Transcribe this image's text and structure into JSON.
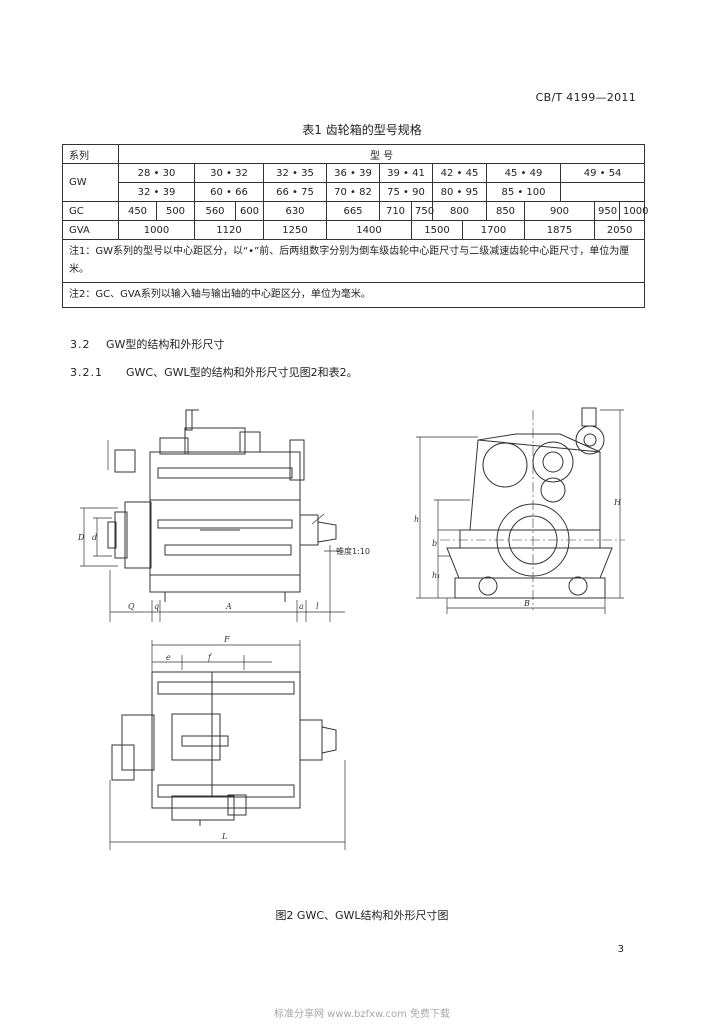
{
  "header": {
    "standard_code": "CB/T 4199—2011"
  },
  "table1": {
    "caption": "表1  齿轮箱的型号规格",
    "header_series": "系列",
    "header_model": "型  号",
    "gw_label": "GW",
    "gw_row1": [
      "28 • 30",
      "30 • 32",
      "32 • 35",
      "36 • 39",
      "39 • 41",
      "42 • 45",
      "45 • 49",
      "49 • 54"
    ],
    "gw_row2": [
      "32 • 39",
      "60 • 66",
      "66 • 75",
      "70 • 82",
      "75 • 90",
      "80 • 95",
      "85 • 100"
    ],
    "gc_label": "GC",
    "gc_values": [
      "450",
      "500",
      "560",
      "600",
      "630",
      "665",
      "710",
      "750",
      "800",
      "850",
      "900",
      "950",
      "1000"
    ],
    "gva_label": "GVA",
    "gva_values": [
      "1000",
      "1120",
      "1250",
      "1400",
      "1500",
      "1700",
      "1875",
      "2050"
    ],
    "note1": "注1：GW系列的型号以中心距区分，以“•”前、后两组数字分别为倒车级齿轮中心距尺寸与二级减速齿轮中心距尺寸，单位为厘米。",
    "note2": "注2：GC、GVA系列以输入轴与输出轴的中心距区分，单位为毫米。"
  },
  "sections": {
    "s32_num": "3.2",
    "s32_title": "GW型的结构和外形尺寸",
    "s321_num": "3.2.1",
    "s321_text": "GWC、GWL型的结构和外形尺寸见图2和表2。"
  },
  "figure2": {
    "caption": "图2  GWC、GWL结构和外形尺寸图",
    "taper_label": "锥度1:10",
    "dim_labels": {
      "D": "D",
      "d": "d",
      "Q": "Q",
      "q": "q",
      "A": "A",
      "a": "a",
      "l": "l",
      "H": "H",
      "h": "h",
      "h1": "h₁",
      "B": "B",
      "b": "b",
      "F": "F",
      "f": "f",
      "L": "L",
      "e": "e"
    }
  },
  "footer": {
    "page_number": "3",
    "watermark": "标准分享网 www.bzfxw.com 免费下载"
  }
}
